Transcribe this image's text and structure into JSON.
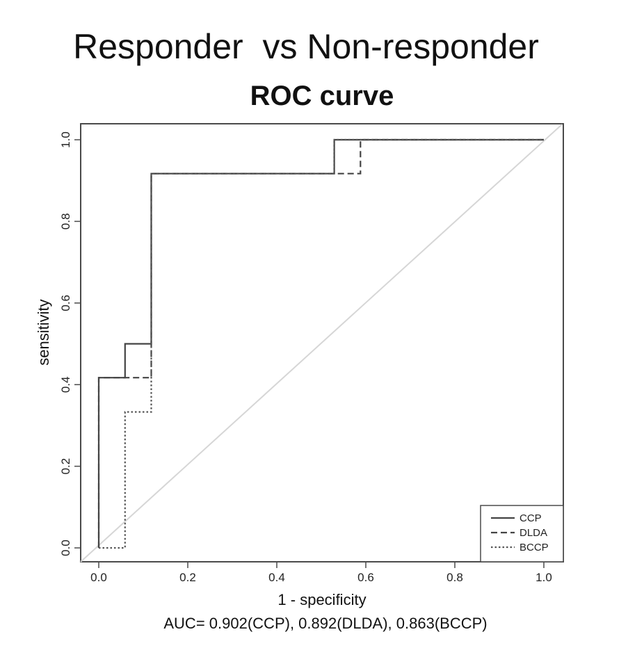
{
  "figure_title": "Responder  vs Non-responder",
  "auc_text": "AUC= 0.902(CCP), 0.892(DLDA), 0.863(BCCP)",
  "chart_data": {
    "type": "line",
    "title": "ROC curve",
    "xlabel": "1 - specificity",
    "ylabel": "sensitivity",
    "xlim": [
      0,
      1
    ],
    "ylim": [
      0,
      1
    ],
    "x_ticks": [
      "0.0",
      "0.2",
      "0.4",
      "0.6",
      "0.8",
      "1.0"
    ],
    "y_ticks": [
      "0.0",
      "0.2",
      "0.4",
      "0.6",
      "0.8",
      "1.0"
    ],
    "x_tick_values": [
      0,
      0.2,
      0.4,
      0.6,
      0.8,
      1.0
    ],
    "y_tick_values": [
      0,
      0.2,
      0.4,
      0.6,
      0.8,
      1.0
    ],
    "grid": false,
    "legend_position": "bottom-right",
    "reference_line": {
      "x": [
        0,
        1
      ],
      "y": [
        0,
        1
      ],
      "color": "#d6d6d6"
    },
    "series": [
      {
        "name": "CCP",
        "style": "solid",
        "color": "#444444",
        "x": [
          0,
          0,
          0.059,
          0.059,
          0.118,
          0.118,
          0.529,
          0.529,
          1.0
        ],
        "y": [
          0,
          0.417,
          0.417,
          0.5,
          0.5,
          0.917,
          0.917,
          1.0,
          1.0
        ]
      },
      {
        "name": "DLDA",
        "style": "dashed",
        "color": "#444444",
        "x": [
          0,
          0,
          0.059,
          0.059,
          0.118,
          0.118,
          0.588,
          0.588,
          1.0
        ],
        "y": [
          0,
          0.417,
          0.417,
          0.417,
          0.417,
          0.917,
          0.917,
          1.0,
          1.0
        ]
      },
      {
        "name": "BCCP",
        "style": "dotted",
        "color": "#555555",
        "x": [
          0,
          0.059,
          0.059,
          0.118,
          0.118,
          0.118,
          0.529,
          0.529,
          1.0
        ],
        "y": [
          0,
          0,
          0.333,
          0.333,
          0.5,
          0.917,
          0.917,
          1.0,
          1.0
        ]
      }
    ]
  }
}
